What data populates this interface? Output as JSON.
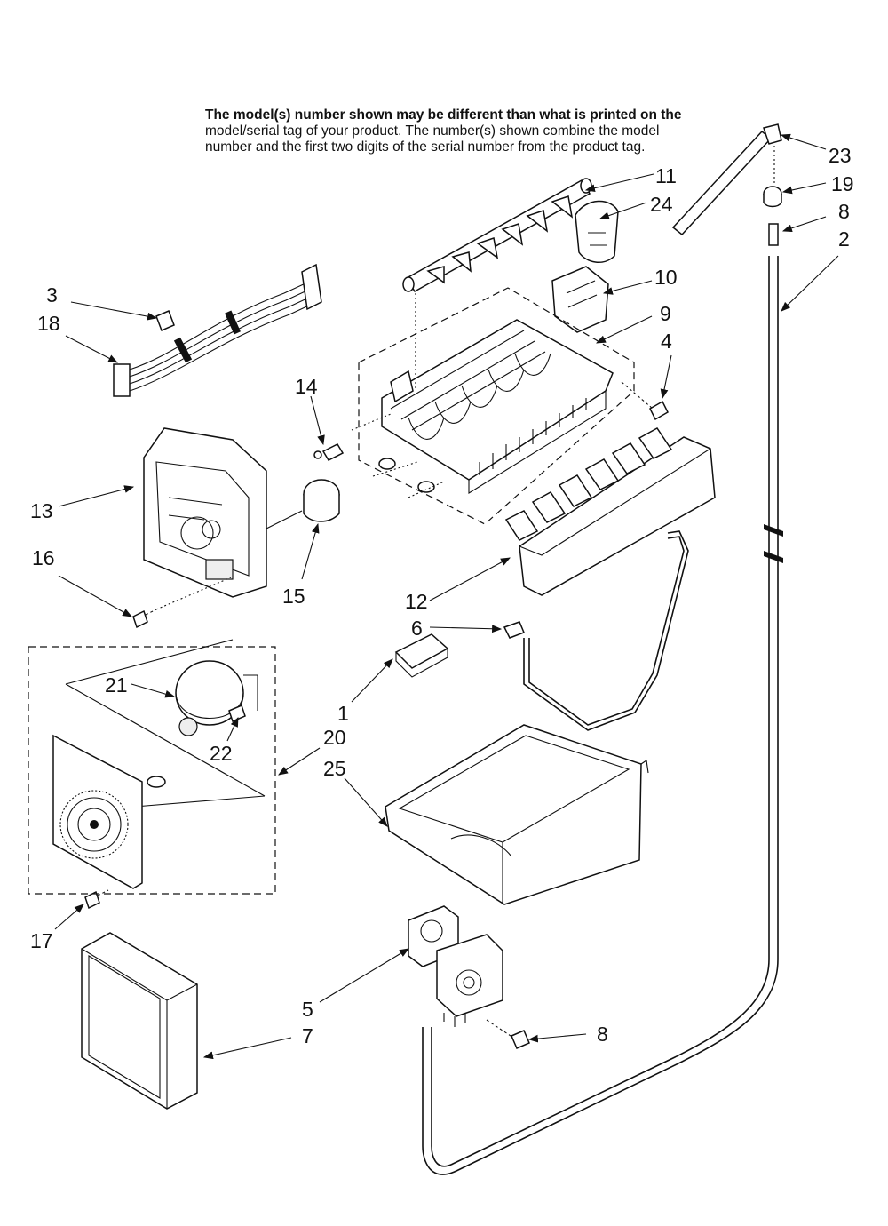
{
  "notice": {
    "bold_line": "The model(s) number shown may be different than what is printed on the",
    "line2": "model/serial tag of your product. The number(s) shown combine the model",
    "line3": "number and the first two digits of the serial number from the product tag."
  },
  "part_labels": {
    "p1": "1",
    "p2": "2",
    "p3": "3",
    "p4": "4",
    "p5": "5",
    "p6": "6",
    "p7": "7",
    "p8a": "8",
    "p8b": "8",
    "p9": "9",
    "p10": "10",
    "p11": "11",
    "p12": "12",
    "p13": "13",
    "p14": "14",
    "p15": "15",
    "p16": "16",
    "p17": "17",
    "p18": "18",
    "p19": "19",
    "p20": "20",
    "p21": "21",
    "p22": "22",
    "p23": "23",
    "p24": "24",
    "p25": "25"
  }
}
